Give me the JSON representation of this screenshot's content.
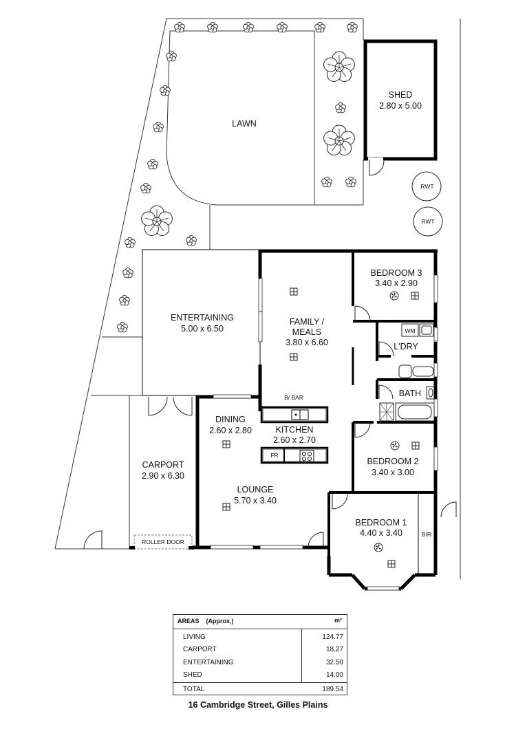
{
  "rooms": {
    "lawn": {
      "name": "LAWN"
    },
    "shed": {
      "name": "SHED",
      "dims": "2.80 x 5.00"
    },
    "rwt_1": {
      "name": "RWT"
    },
    "rwt_2": {
      "name": "RWT"
    },
    "entertaining": {
      "name": "ENTERTAINING",
      "dims": "5.00 x 6.50"
    },
    "family_meals": {
      "name_line1": "FAMILY /",
      "name_line2": "MEALS",
      "dims": "3.80 x 6.60"
    },
    "bedroom3": {
      "name": "BEDROOM 3",
      "dims": "3.40 x 2.90"
    },
    "laundry": {
      "name": "L'DRY",
      "wm": "WM"
    },
    "bath": {
      "name": "BATH"
    },
    "bbar": {
      "name": "B/ BAR"
    },
    "dining": {
      "name": "DINING",
      "dims": "2.60 x 2.80"
    },
    "kitchen": {
      "name": "KITCHEN",
      "dims": "2.60 x 2.70",
      "fr": "FR"
    },
    "bedroom2": {
      "name": "BEDROOM 2",
      "dims": "3.40 x 3.00"
    },
    "carport": {
      "name": "CARPORT",
      "dims": "2.90 x 6.30"
    },
    "lounge": {
      "name": "LOUNGE",
      "dims": "5.70 x 3.40"
    },
    "bedroom1": {
      "name": "BEDROOM 1",
      "dims": "4.40 x 3.40"
    },
    "bir": {
      "name": "BIR"
    },
    "roller_door": {
      "name": "ROLLER DOOR"
    }
  },
  "areas": {
    "title": "AREAS    (Approx,)",
    "unit": "m²",
    "rows": [
      {
        "name": "LIVING",
        "value": "124.77"
      },
      {
        "name": "CARPORT",
        "value": "18.27"
      },
      {
        "name": "ENTERTAINING",
        "value": "32.50"
      },
      {
        "name": "SHED",
        "value": "14.00"
      }
    ],
    "total": {
      "name": "TOTAL",
      "value": "189.54"
    }
  },
  "address": "16 Cambridge Street, Gilles Plains"
}
